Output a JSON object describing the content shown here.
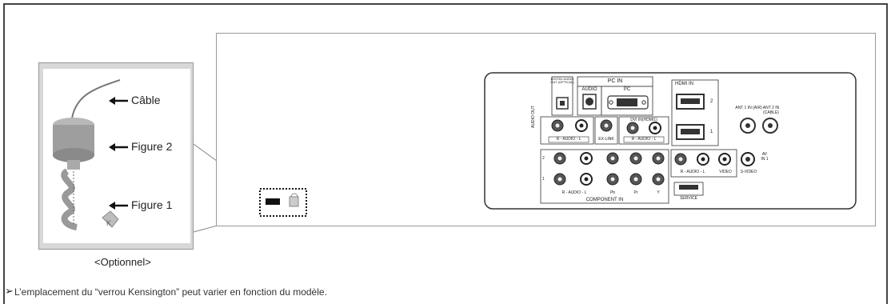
{
  "inset": {
    "labels": [
      "Câble",
      "Figure 2",
      "Figure 1"
    ],
    "caption": "<Optionnel>"
  },
  "panel": {
    "headers": {
      "pc_in": "PC IN",
      "audio": "AUDIO",
      "pc": "PC",
      "hdmi_in": "HDMI IN",
      "digital_audio_out": "DIGITAL AUDIO OUT (OPTICAL)",
      "dvi_in": "DVI IN(HDMI1)",
      "ex_link": "EX-LINK",
      "audio_out": "AUDIO OUT",
      "component_in": "COMPONENT IN",
      "service": "SERVICE",
      "video": "VIDEO",
      "s_video": "S-VIDEO",
      "av_in": "AV IN 1",
      "ant1": "ANT 1 IN (AIR)",
      "ant2": "ANT 2 IN (CABLE)",
      "audio_rl": "R - AUDIO - L",
      "pb": "Pb",
      "pr": "Pr",
      "y": "Y"
    },
    "hdmi_nums": [
      "2",
      "1"
    ],
    "comp_rows": [
      "2",
      "1"
    ]
  },
  "note": "L’emplacement du “verrou Kensington” peut varier en fonction du modèle."
}
